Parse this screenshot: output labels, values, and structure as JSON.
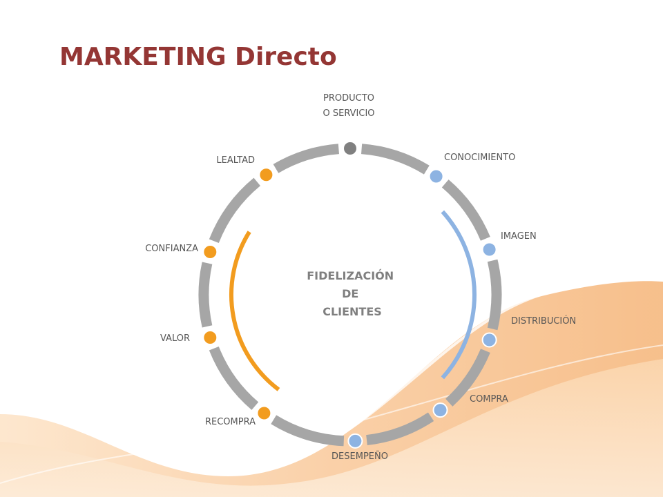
{
  "title": "MARKETING Directo",
  "center": {
    "lines": [
      "FIDELIZACIÓN",
      "DE",
      "CLIENTES"
    ]
  },
  "colors": {
    "title": "#943634",
    "ring": "#a6a6a6",
    "product": "#808080",
    "blue": "#8db3e2",
    "orange": "#f29c1f",
    "label": "#555555",
    "center": "#7f7f7f",
    "background_wave": "#f7c08a"
  },
  "nodes": [
    {
      "id": "producto",
      "lines": [
        "PRODUCTO",
        "O SERVICIO"
      ],
      "group": "product"
    },
    {
      "id": "conocimiento",
      "lines": [
        "CONOCIMIENTO"
      ],
      "group": "blue"
    },
    {
      "id": "imagen",
      "lines": [
        "IMAGEN"
      ],
      "group": "blue"
    },
    {
      "id": "distribucion",
      "lines": [
        "DISTRIBUCIÓN"
      ],
      "group": "blue"
    },
    {
      "id": "compra",
      "lines": [
        "COMPRA"
      ],
      "group": "blue"
    },
    {
      "id": "desempeno",
      "lines": [
        "DESEMPEÑO"
      ],
      "group": "blue"
    },
    {
      "id": "recompra",
      "lines": [
        "RECOMPRA"
      ],
      "group": "orange"
    },
    {
      "id": "valor",
      "lines": [
        "VALOR"
      ],
      "group": "orange"
    },
    {
      "id": "confianza",
      "lines": [
        "CONFIANZA"
      ],
      "group": "orange"
    },
    {
      "id": "lealtad",
      "lines": [
        "LEALTAD"
      ],
      "group": "orange"
    }
  ]
}
